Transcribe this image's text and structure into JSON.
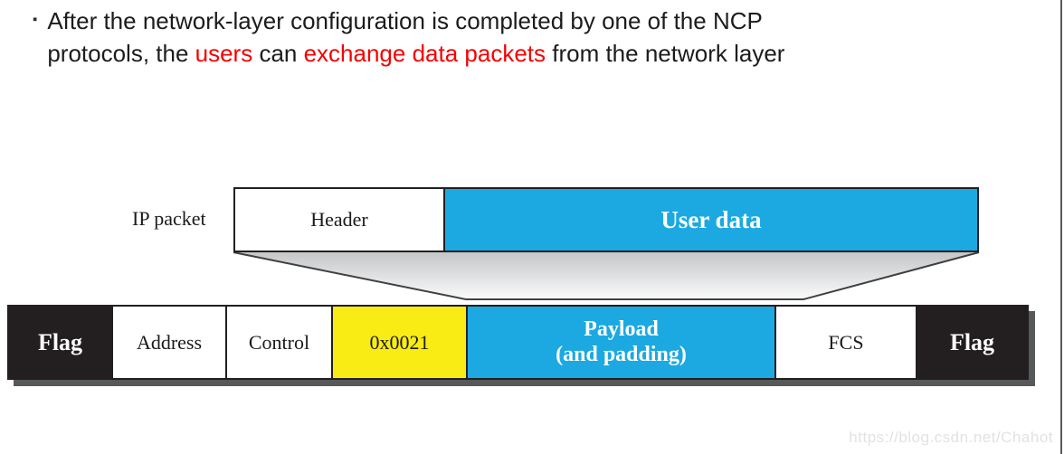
{
  "colors": {
    "field_blue": "#1ca9e2",
    "field_yellow": "#f8ec14",
    "field_black": "#231f20",
    "highlight_red": "#f40000",
    "shadow_gray": "#57585a",
    "trapezoid_top": "#c5c6c8",
    "trapezoid_bottom": "#fafafa"
  },
  "bullet": {
    "marker": "▪",
    "segments": [
      {
        "text": "After the network-layer configuration is completed by one of the NCP"
      },
      {
        "text": "protocols, the "
      },
      {
        "text": "users"
      },
      {
        "text": " can "
      },
      {
        "text": "exchange data packets"
      },
      {
        "text": " from the network layer"
      }
    ]
  },
  "diagram": {
    "ip_packet_label": "IP packet",
    "ip_packet_fields": {
      "header": "Header",
      "user_data": "User data"
    },
    "frame_fields": [
      {
        "name": "flag-left",
        "label": "Flag"
      },
      {
        "name": "address",
        "label": "Address"
      },
      {
        "name": "control",
        "label": "Control"
      },
      {
        "name": "protocol",
        "label": "0x0021"
      },
      {
        "name": "payload",
        "label": "Payload",
        "label2": "(and padding)"
      },
      {
        "name": "fcs",
        "label": "FCS"
      },
      {
        "name": "flag-right",
        "label": "Flag"
      }
    ]
  },
  "watermark": "https://blog.csdn.net/Chahot"
}
